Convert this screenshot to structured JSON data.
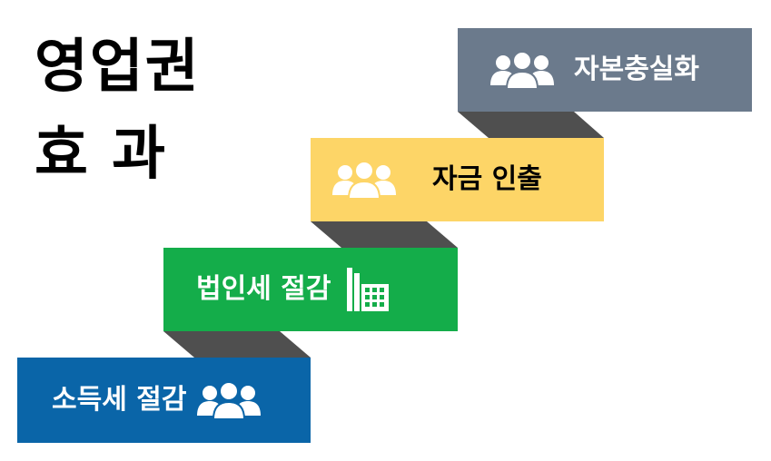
{
  "title": {
    "line1": "영업권",
    "line2": "효  과"
  },
  "steps": [
    {
      "label": "소득세 절감",
      "color": "#0a65a8",
      "icon": "people-icon"
    },
    {
      "label": "법인세 절감",
      "color": "#14ad4a",
      "icon": "factory-icon"
    },
    {
      "label": "자금 인출",
      "color": "#fdd567",
      "icon": "people-icon"
    },
    {
      "label": "자본충실화",
      "color": "#6b7a8c",
      "icon": "people-icon"
    }
  ],
  "colors": {
    "connector": "#4f4f4f",
    "icon_fill": "#ffffff"
  }
}
